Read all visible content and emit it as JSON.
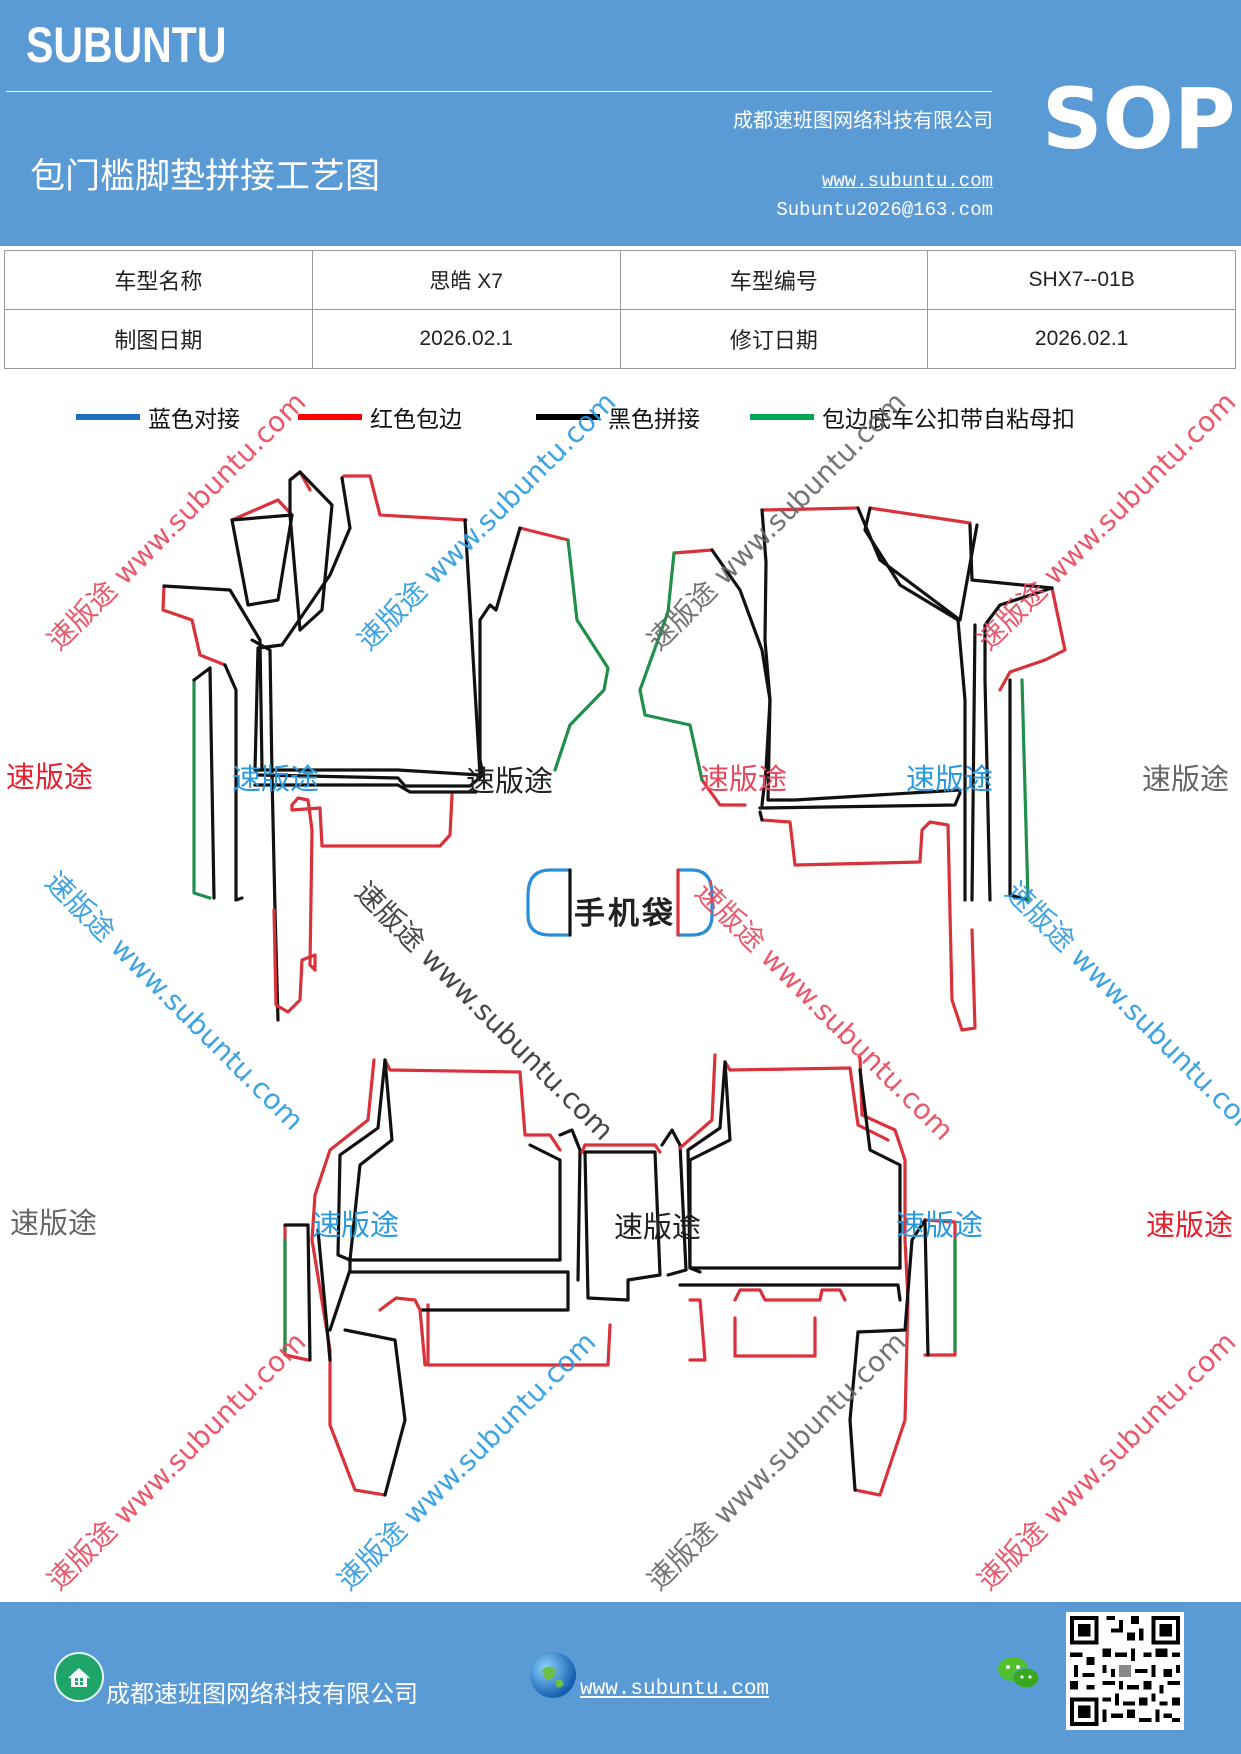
{
  "header": {
    "brand": "SUBUNTU",
    "company": "成都速班图网络科技有限公司",
    "title": "包门槛脚垫拼接工艺图",
    "website": "www.subuntu.com",
    "email": "Subuntu2026@163.com",
    "sop": "SOP"
  },
  "info_table": {
    "model_name_label": "车型名称",
    "model_name_value": "思皓 X7",
    "model_code_label": "车型编号",
    "model_code_value": "SHX7--01B",
    "draw_date_label": "制图日期",
    "draw_date_value": "2026.02.1",
    "revise_date_label": "修订日期",
    "revise_date_value": "2026.02.1"
  },
  "legend": [
    {
      "label": "蓝色对接",
      "color": "#1f6fbf"
    },
    {
      "label": "红色包边",
      "color": "#ff0000"
    },
    {
      "label": "黑色拼接",
      "color": "#000000"
    },
    {
      "label": "包边底车公扣带自粘母扣",
      "color": "#00a650"
    }
  ],
  "colors": {
    "header_bg": "#5b9bd5",
    "outline_red": "#d9323a",
    "outline_black": "#111111",
    "outline_green": "#1f8f4a",
    "outline_blue": "#2a8fd8"
  },
  "watermarks": {
    "diag_cn": "速版途",
    "diag_url": "www.subuntu.com",
    "label": "速版途"
  },
  "phone_bag": "手机袋",
  "footer": {
    "company": "成都速班图网络科技有限公司",
    "website": "www.subuntu.com",
    "icons": [
      "home-icon",
      "globe-icon",
      "wechat-icon",
      "qr-code"
    ]
  }
}
